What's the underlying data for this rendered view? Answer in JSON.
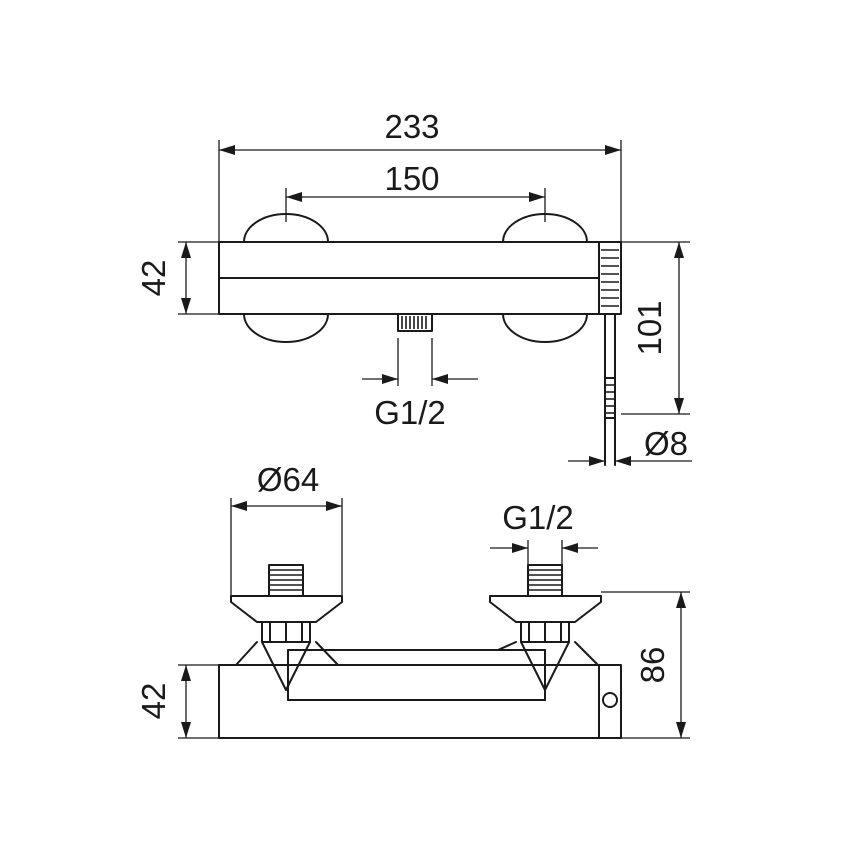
{
  "dimensions": {
    "top_overall_width": "233",
    "top_axis_spacing": "150",
    "top_body_height": "42",
    "top_hand_shower_length": "101",
    "top_outlet_thread": "G1/2",
    "top_rod_diameter": "Ø8",
    "front_handle_diameter": "Ø64",
    "front_inlet_thread": "G1/2",
    "front_total_height": "86",
    "front_body_height": "42"
  }
}
